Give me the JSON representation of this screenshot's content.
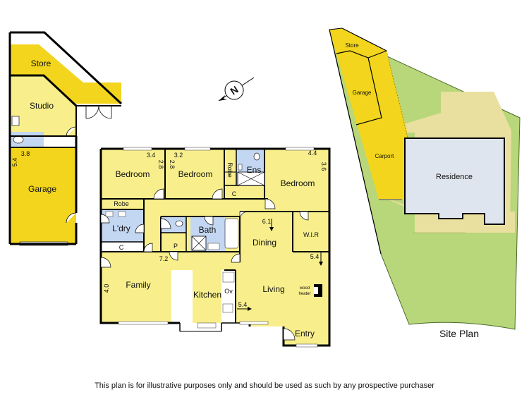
{
  "colors": {
    "room_yellow": "#f8ef8c",
    "store_yellow": "#f2d51c",
    "wet_blue": "#c3d7f2",
    "wall": "#000000",
    "grass": "#b7d77a",
    "path": "#e9df9f",
    "residence": "#dfe5ee"
  },
  "compass": {
    "label": "N",
    "icon": "north-arrow-icon"
  },
  "outbuilding": {
    "store": "Store",
    "studio": "Studio",
    "garage": "Garage",
    "garage_dim_w": "3.8",
    "garage_dim_h": "5.4"
  },
  "house": {
    "bedroom1": {
      "label": "Bedroom",
      "w": "3.4",
      "h": "2.8"
    },
    "bedroom2": {
      "label": "Bedroom",
      "w": "3.2",
      "h": "2.8"
    },
    "bedroom3": {
      "label": "Bedroom",
      "w": "4.4",
      "h": "3.6"
    },
    "robe1": "Robe",
    "robe2": "Robe",
    "ensuite": "Ens",
    "cupboard1": "C",
    "cupboard2": "C",
    "laundry": "L'dry",
    "bath": "Bath",
    "pantry": "P",
    "wir": "W.I.R",
    "dining": {
      "label": "Dining",
      "dim": "6.1"
    },
    "family": {
      "label": "Family",
      "w": "7.2",
      "h": "4.0"
    },
    "kitchen": "Kitchen",
    "oven": "Ov",
    "living": {
      "label": "Living",
      "w": "5.4",
      "h": "5.4"
    },
    "wood_heater_line1": "wood",
    "wood_heater_line2": "heater",
    "entry": "Entry"
  },
  "site_plan": {
    "title": "Site Plan",
    "store": "Store",
    "garage": "Garage",
    "carport": "Carport",
    "residence": "Residence"
  },
  "disclaimer": "This plan is for illustrative purposes only and should be used as such by any prospective purchaser"
}
